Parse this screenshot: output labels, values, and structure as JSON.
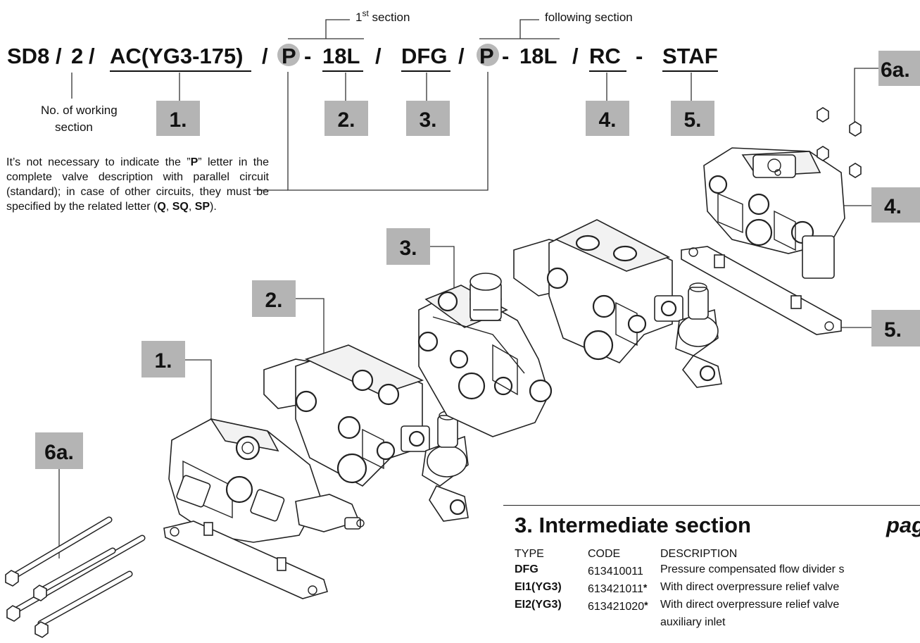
{
  "code_line": {
    "sd8": "SD8",
    "sep1": "/",
    "n2": "2",
    "sep2": "/",
    "inlet": "AC(YG3-175)",
    "sep3": "/",
    "p1": "P",
    "dash1": "-",
    "s1": "18L",
    "sep4": "/",
    "dfg": "DFG",
    "sep5": "/",
    "p2": "P",
    "dash2": "-",
    "s2": "18L",
    "sep6": "/",
    "rc": "RC",
    "dash3": "-",
    "staf": "STAF"
  },
  "labels": {
    "first_section": "1",
    "first_section_sup": "st",
    "first_section_rest": " section",
    "following_section": "following section",
    "working_section_1": "No. of working",
    "working_section_2": "section"
  },
  "callouts": {
    "c1": "1.",
    "c2": "2.",
    "c3": "3.",
    "c4": "4.",
    "c5": "5.",
    "c6a": "6a."
  },
  "note": {
    "t1": "It’s not necessary to indicate the ”",
    "b1": "P",
    "t2": "” letter in the complete valve description with parallel circuit (standard); in case of other circuits, they must be specified by the related letter (",
    "b2": "Q",
    "t3": ", ",
    "b3": "SQ",
    "t4": ", ",
    "b4": "SP",
    "t5": ")."
  },
  "section": {
    "title": "3.  Intermediate section",
    "page_label": "pag",
    "headers": [
      "TYPE",
      "CODE",
      "DESCRIPTION"
    ],
    "rows": [
      {
        "type": "DFG",
        "code": "613410011",
        "star": "",
        "desc": "Pressure compensated flow divider s"
      },
      {
        "type": "EI1(YG3)",
        "code": "613421011",
        "star": "*",
        "desc": "With direct overpressure relief valve"
      },
      {
        "type": "EI2(YG3)",
        "code": "613421020",
        "star": "*",
        "desc": "With direct overpressure relief valve"
      }
    ],
    "continuation": "auxiliary inlet"
  },
  "colors": {
    "callout_fill": "#b4b4b4",
    "p_circle_fill": "#b8b8b8",
    "line": "#222222"
  }
}
